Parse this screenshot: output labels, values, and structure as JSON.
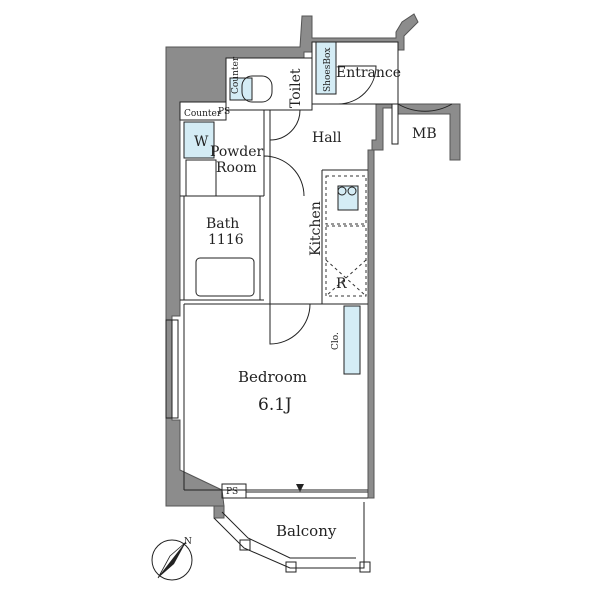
{
  "rooms": {
    "entrance": "Entrance",
    "toilet": "Toilet",
    "shoes_box": "ShoesBox",
    "counter_top": "Counter",
    "counter_left": "Counter",
    "ps_top": "PS",
    "hall": "Hall",
    "mb": "MB",
    "washer": "W",
    "powder_room": [
      "Powder",
      "Room"
    ],
    "bath": [
      "Bath",
      "1116"
    ],
    "kitchen": "Kitchen",
    "refrigerator": "R",
    "closet": "Clo.",
    "bedroom": "Bedroom",
    "bedroom_size": "6.1J",
    "ps_bottom": "PS",
    "balcony": "Balcony",
    "compass": "N"
  },
  "colors": {
    "wall": "#8c8c8c",
    "fixture": "#d4ecf5"
  }
}
